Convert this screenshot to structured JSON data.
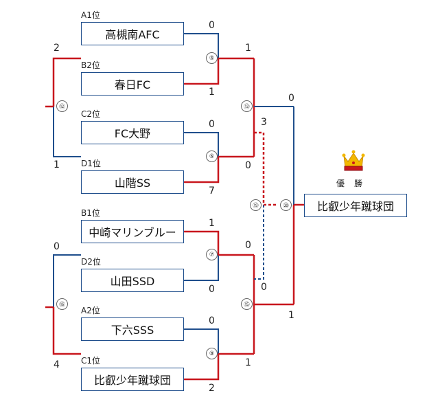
{
  "teams": [
    {
      "seed": "A1位",
      "name": "高槻南AFC"
    },
    {
      "seed": "B2位",
      "name": "春日FC"
    },
    {
      "seed": "C2位",
      "name": "FC大野"
    },
    {
      "seed": "D1位",
      "name": "山階SS"
    },
    {
      "seed": "B1位",
      "name": "中崎マリンブルー"
    },
    {
      "seed": "D2位",
      "name": "山田SSD"
    },
    {
      "seed": "A2位",
      "name": "下六SSS"
    },
    {
      "seed": "C1位",
      "name": "比叡少年蹴球団"
    }
  ],
  "matches": {
    "m5": {
      "label": "⑤",
      "top_score": "0",
      "bottom_score": "1"
    },
    "m6": {
      "label": "⑥",
      "top_score": "0",
      "bottom_score": "7"
    },
    "m7": {
      "label": "⑦",
      "top_score": "1",
      "bottom_score": "0"
    },
    "m8": {
      "label": "⑧",
      "top_score": "0",
      "bottom_score": "2"
    },
    "m12": {
      "label": "⑫",
      "top_score": "2",
      "bottom_score": "1"
    },
    "m16": {
      "label": "⑯",
      "top_score": "0",
      "bottom_score": "4"
    },
    "m13": {
      "label": "⑬",
      "top_score": "1",
      "bottom_score": "0"
    },
    "m15": {
      "label": "⑮",
      "top_score": "0",
      "bottom_score": "1"
    },
    "m19": {
      "label": "⑲",
      "top_score": "3",
      "bottom_score": "0"
    },
    "m20": {
      "label": "⑳",
      "top_score": "0",
      "bottom_score": "1"
    }
  },
  "champion": {
    "label": "優　勝",
    "name": "比叡少年蹴球団"
  },
  "colors": {
    "win": "#c8161d",
    "loss": "#1f4e8c"
  }
}
